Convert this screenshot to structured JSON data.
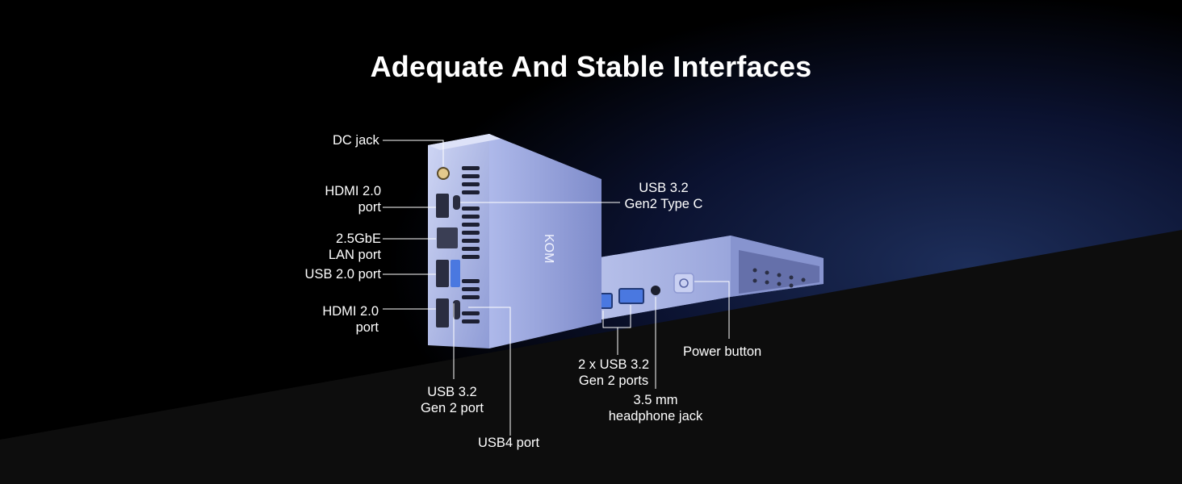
{
  "title": "Adequate And Stable Interfaces",
  "brand_mark": "KOM",
  "labels": {
    "dc_jack": "DC jack",
    "hdmi_top_1": "HDMI 2.0",
    "hdmi_top_2": "port",
    "lan_1": "2.5GbE",
    "lan_2": "LAN port",
    "usb20": "USB 2.0 port",
    "hdmi_bot_1": "HDMI 2.0",
    "hdmi_bot_2": "port",
    "usbc_1": "USB 3.2",
    "usbc_2": "Gen2 Type C",
    "usb32_side_1": "USB 3.2",
    "usb32_side_2": "Gen 2 port",
    "usb4": "USB4 port",
    "front_usb_1": "2 x USB 3.2",
    "front_usb_2": "Gen 2 ports",
    "headphone_1": "3.5 mm",
    "headphone_2": "headphone jack",
    "power": "Power button"
  },
  "colors": {
    "background": "#000000",
    "device_body": "#b7c2ea",
    "port_blue": "#4a78e0",
    "text": "#ffffff"
  }
}
